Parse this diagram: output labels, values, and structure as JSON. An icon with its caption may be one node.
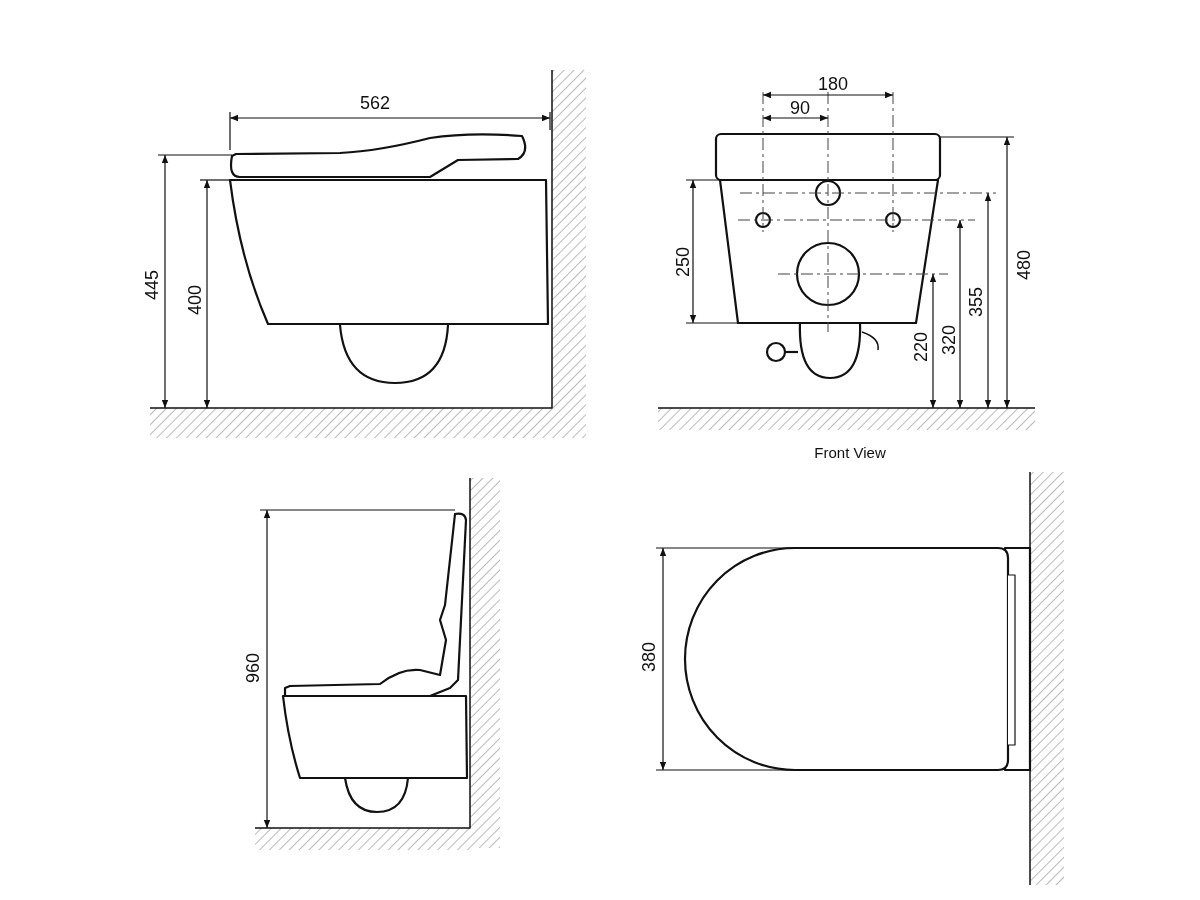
{
  "diagram": {
    "labels": [
      "562",
      "445",
      "400",
      "180",
      "90",
      "250",
      "480",
      "355",
      "320",
      "220",
      "Front View",
      "960",
      "380"
    ]
  }
}
